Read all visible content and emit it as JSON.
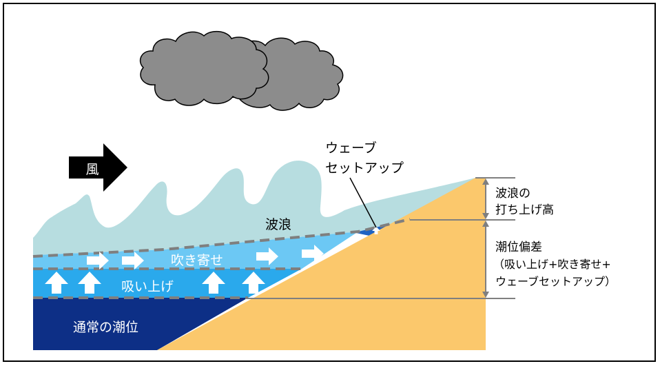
{
  "labels": {
    "wind": "風",
    "waves": "波浪",
    "wave_setup_line1": "ウェーブ",
    "wave_setup_line2": "セットアップ",
    "wind_setup": "吹き寄せ",
    "suction": "吸い上げ",
    "normal_tide": "通常の潮位",
    "runup_line1": "波浪の",
    "runup_line2": "打ち上げ高",
    "anomaly_line1": "潮位偏差",
    "anomaly_line2": "（吸い上げ+吹き寄せ+",
    "anomaly_line3": "ウェーブセットアップ）"
  },
  "colors": {
    "normal_tide": "#0d2f86",
    "suction_layer": "#2aa9ec",
    "wind_setup_layer": "#6cc8f4",
    "waves": "#b7dde0",
    "wave_setup": "#1f63c2",
    "land": "#fbc86c",
    "cloud": "#8c8c8c",
    "dashed_line": "#7f7f7f"
  },
  "icons": {
    "cloud": "cloud-icon",
    "wind_arrow": "wind-arrow-icon",
    "up_arrow": "up-arrow-icon",
    "right_arrow": "right-arrow-icon"
  }
}
